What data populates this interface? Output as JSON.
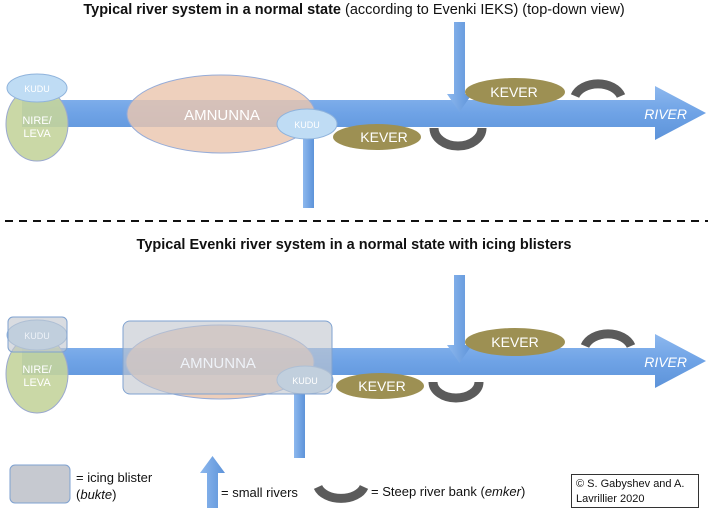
{
  "titles": {
    "top_bold": "Typical river system in a normal state",
    "top_rest": "(according to Evenki IEKS) (top-down view)",
    "bottom": "Typical Evenki river system in a normal state with icing blisters"
  },
  "labels": {
    "kudu": "KUDU",
    "nire_leva_line1": "NIRE/",
    "nire_leva_line2": "LEVA",
    "amnunna": "AMNUNNA",
    "kever": "KEVER",
    "river": "RIVER"
  },
  "legend": {
    "icing_line1": "= icing blister",
    "icing_line2_prefix": "(",
    "icing_line2_italic": "bukte",
    "icing_line2_suffix": ")",
    "small_rivers": "= small rivers",
    "bank_prefix": "= Steep river bank (",
    "bank_italic": "emker",
    "bank_suffix": ")"
  },
  "credit": {
    "line1": "© S. Gabyshev and A.",
    "line2": "Lavrillier  2020"
  },
  "colors": {
    "river_blue": "#74a6e6",
    "kudu_fill": "#bfdcf4",
    "nire_fill": "#c4d49c",
    "amnunna_fill": "#eac6ae",
    "kever_fill": "#9d9053",
    "bank_gray": "#5b5b5b",
    "blister_fill": "#c2c6cf",
    "blister_stroke": "#7fa2d0"
  }
}
